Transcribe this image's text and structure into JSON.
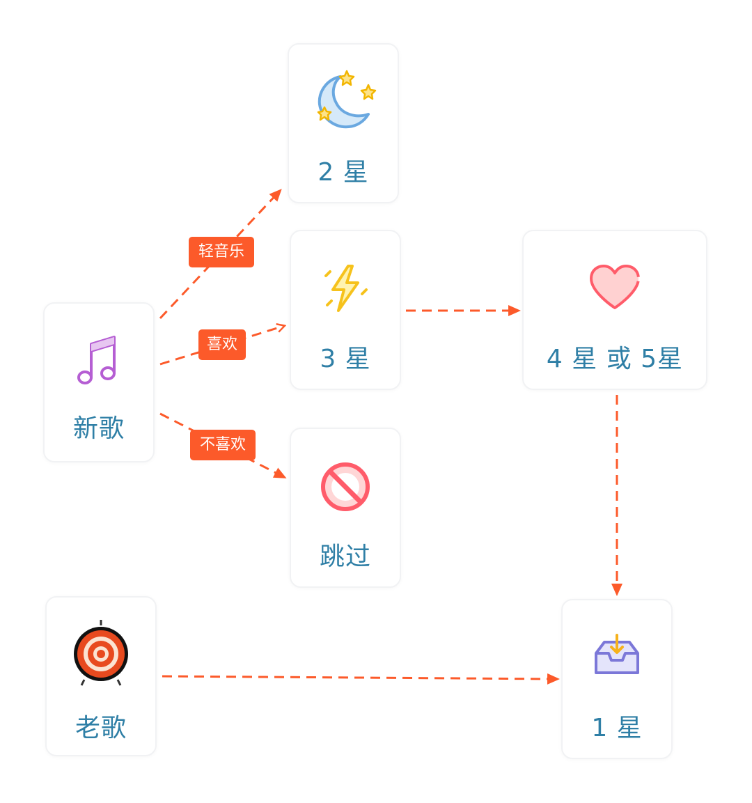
{
  "colors": {
    "arrow": "#fc5a2a",
    "tag_bg": "#fc5a2a",
    "tag_text": "#ffffff",
    "label_text": "#2f7fa6",
    "card_border": "#f1f2f4"
  },
  "nodes": {
    "new_song": {
      "label": "新歌",
      "icon": "music-note-icon"
    },
    "old_song": {
      "label": "老歌",
      "icon": "target-icon"
    },
    "two_star": {
      "label": "2 星",
      "icon": "moon-stars-icon"
    },
    "three_star": {
      "label": "3 星",
      "icon": "lightning-icon"
    },
    "skip": {
      "label": "跳过",
      "icon": "prohibited-icon"
    },
    "four_five_star": {
      "label": "4 星 或 5星",
      "icon": "heart-icon"
    },
    "one_star": {
      "label": "1 星",
      "icon": "inbox-download-icon"
    }
  },
  "edges": {
    "light_music": {
      "label": "轻音乐",
      "from": "新歌",
      "to": "2 星"
    },
    "like": {
      "label": "喜欢",
      "from": "新歌",
      "to": "3 星"
    },
    "dislike": {
      "label": "不喜欢",
      "from": "新歌",
      "to": "跳过"
    },
    "three_to_top": {
      "from": "3 星",
      "to": "4 星 或 5星"
    },
    "top_to_one": {
      "from": "4 星 或 5星",
      "to": "1 星"
    },
    "old_to_one": {
      "from": "老歌",
      "to": "1 星"
    }
  }
}
